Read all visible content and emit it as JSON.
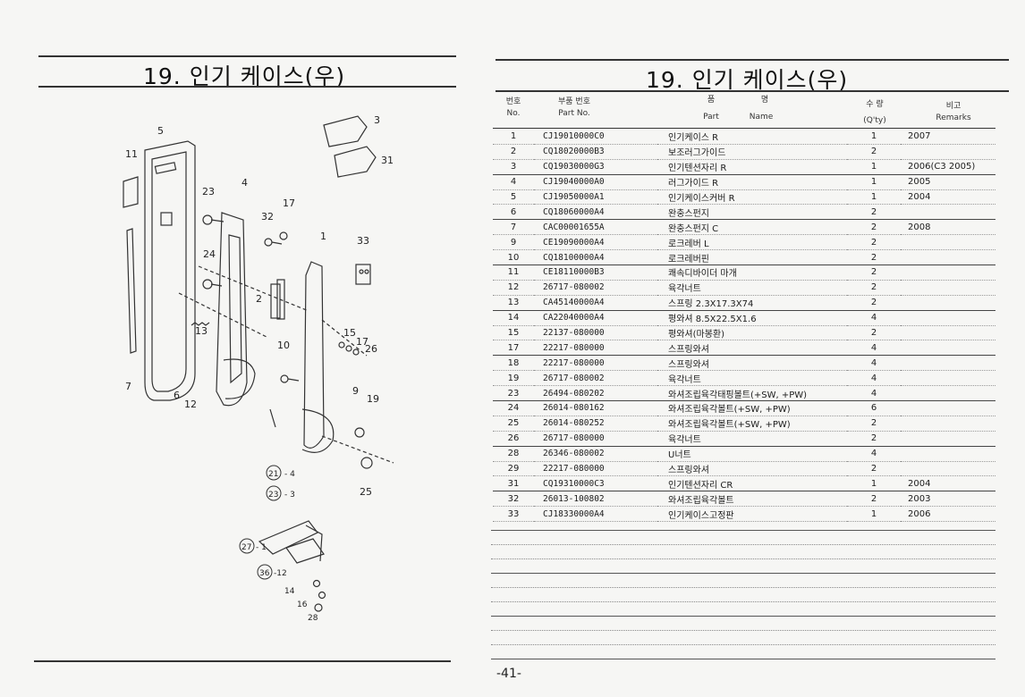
{
  "left_page": {
    "title": "19. 인기 케이스(우)",
    "callouts": [
      "3",
      "31",
      "5",
      "11",
      "23",
      "4",
      "17",
      "32",
      "33",
      "24",
      "2",
      "1",
      "15",
      "10",
      "17",
      "26",
      "6",
      "12",
      "9",
      "19",
      "25",
      "21",
      "4",
      "23",
      "3",
      "27",
      "1",
      "36",
      "12",
      "14",
      "16",
      "28",
      "7",
      "13"
    ]
  },
  "right_page": {
    "title": "19. 인기 케이스(우)",
    "header": {
      "no_ko": "번호",
      "no_en": "No.",
      "part_ko": "부품 번호",
      "part_en": "Part No.",
      "name_ko_1": "품",
      "name_ko_2": "명",
      "name_en_1": "Part",
      "name_en_2": "Name",
      "qty_ko": "수 량",
      "qty_en": "(Q'ty)",
      "rem_ko": "비고",
      "rem_en": "Remarks"
    },
    "rows": [
      {
        "no": "1",
        "part": "CJ19010000C0",
        "name": "인기케이스 R",
        "qty": "1",
        "rem": "2007"
      },
      {
        "no": "2",
        "part": "CQ18020000B3",
        "name": "보조러그가이드",
        "qty": "2",
        "rem": ""
      },
      {
        "no": "3",
        "part": "CQ19030000G3",
        "name": "인기텐션자리 R",
        "qty": "1",
        "rem": "2006(C3 2005)"
      },
      {
        "no": "4",
        "part": "CJ19040000A0",
        "name": "러그가이드 R",
        "qty": "1",
        "rem": "2005"
      },
      {
        "no": "5",
        "part": "CJ19050000A1",
        "name": "인기케이스커버 R",
        "qty": "1",
        "rem": "2004"
      },
      {
        "no": "6",
        "part": "CQ18060000A4",
        "name": "완충스펀지",
        "qty": "2",
        "rem": ""
      },
      {
        "no": "7",
        "part": "CAC00001655A",
        "name": "완충스펀지 C",
        "qty": "2",
        "rem": "2008"
      },
      {
        "no": "9",
        "part": "CE19090000A4",
        "name": "로크레버 L",
        "qty": "2",
        "rem": ""
      },
      {
        "no": "10",
        "part": "CQ18100000A4",
        "name": "로크레버핀",
        "qty": "2",
        "rem": ""
      },
      {
        "no": "11",
        "part": "CE18110000B3",
        "name": "쾌속디바이더 마개",
        "qty": "2",
        "rem": ""
      },
      {
        "no": "12",
        "part": "26717-080002",
        "name": "육각너트",
        "qty": "2",
        "rem": ""
      },
      {
        "no": "13",
        "part": "CA45140000A4",
        "name": "스프링 2.3X17.3X74",
        "qty": "2",
        "rem": ""
      },
      {
        "no": "14",
        "part": "CA22040000A4",
        "name": "평와셔 8.5X22.5X1.6",
        "qty": "4",
        "rem": ""
      },
      {
        "no": "15",
        "part": "22137-080000",
        "name": "평와셔(마봉환)",
        "qty": "2",
        "rem": ""
      },
      {
        "no": "17",
        "part": "22217-080000",
        "name": "스프링와셔",
        "qty": "4",
        "rem": ""
      },
      {
        "no": "18",
        "part": "22217-080000",
        "name": "스프링와셔",
        "qty": "4",
        "rem": ""
      },
      {
        "no": "19",
        "part": "26717-080002",
        "name": "육각너트",
        "qty": "4",
        "rem": ""
      },
      {
        "no": "23",
        "part": "26494-080202",
        "name": "와셔조립육각태핑볼트(+SW, +PW)",
        "qty": "4",
        "rem": ""
      },
      {
        "no": "24",
        "part": "26014-080162",
        "name": "와셔조립육각볼트(+SW, +PW)",
        "qty": "6",
        "rem": ""
      },
      {
        "no": "25",
        "part": "26014-080252",
        "name": "와셔조립육각볼트(+SW, +PW)",
        "qty": "2",
        "rem": ""
      },
      {
        "no": "26",
        "part": "26717-080000",
        "name": "육각너트",
        "qty": "2",
        "rem": ""
      },
      {
        "no": "28",
        "part": "26346-080002",
        "name": "U너트",
        "qty": "4",
        "rem": ""
      },
      {
        "no": "29",
        "part": "22217-080000",
        "name": "스프링와셔",
        "qty": "2",
        "rem": ""
      },
      {
        "no": "31",
        "part": "CQ19310000C3",
        "name": "인기텐션자리 CR",
        "qty": "1",
        "rem": "2004"
      },
      {
        "no": "32",
        "part": "26013-100802",
        "name": "와셔조립육각볼트",
        "qty": "2",
        "rem": "2003"
      },
      {
        "no": "33",
        "part": "CJ18330000A4",
        "name": "인기케이스고정판",
        "qty": "1",
        "rem": "2006"
      }
    ],
    "page_number": "-41-"
  }
}
